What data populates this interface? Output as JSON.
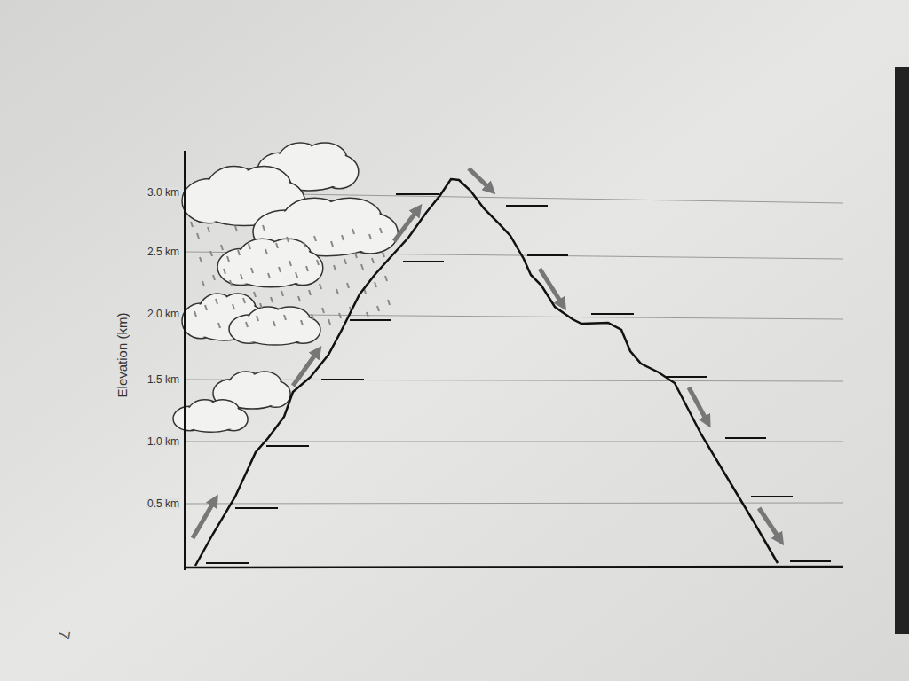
{
  "diagram": {
    "labels": [
      "3.0 km",
      "2.5 km",
      "2.0 km",
      "1.5 km",
      "1.0 km",
      "0.5 km",
      "Elevation (km)",
      "7"
    ]
  }
}
